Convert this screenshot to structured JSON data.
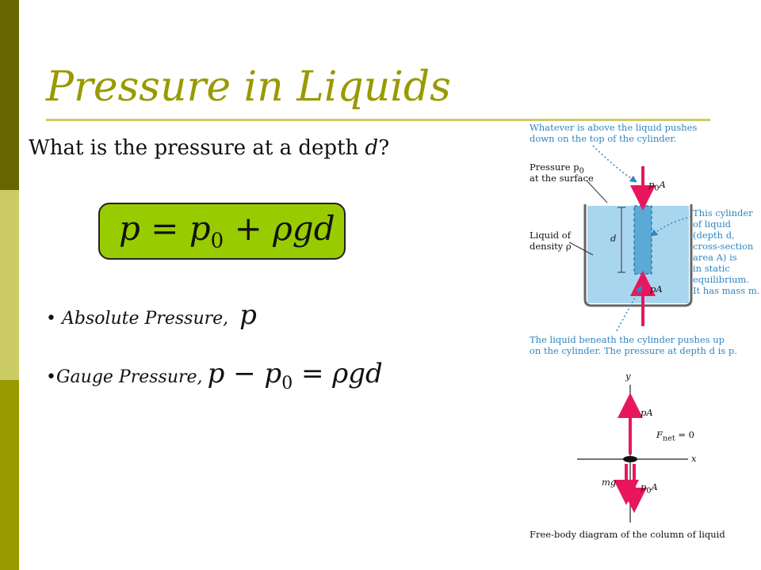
{
  "slide": {
    "title": "Pressure in Liquids",
    "question_prefix": "What is the pressure at a depth ",
    "question_var": "d",
    "question_suffix": "?",
    "equation": {
      "lhs": "p = p",
      "sub": "0",
      "rhs": " + ρgd"
    },
    "bullets": {
      "absolute_label": "• Absolute Pressure,",
      "absolute_math": "p",
      "gauge_label": "•Gauge Pressure,",
      "gauge_math_a": "p − p",
      "gauge_math_sub": "0",
      "gauge_math_b": " = ρgd"
    }
  },
  "figure": {
    "top_note_1": "Whatever is above the liquid pushes",
    "top_note_2": "down on the top of the cylinder.",
    "pressure_label_1": "Pressure p",
    "pressure_label_sub": "0",
    "pressure_label_2": "at the surface",
    "p0A_label": "p",
    "p0A_sub": "0",
    "p0A_suffix": "A",
    "liquid_label_1": "Liquid of",
    "liquid_label_2": "density ρ",
    "depth_label": "d",
    "pA_label": "pA",
    "cyl_note": [
      "This cylinder",
      "of liquid",
      "(depth d,",
      "cross-section",
      "area A) is",
      "in static",
      "equilibrium.",
      "It has mass m."
    ],
    "bottom_note_1": "The liquid beneath the cylinder pushes up",
    "bottom_note_2": "on the cylinder. The pressure at depth d is p.",
    "fbd": {
      "y_label": "y",
      "x_label": "x",
      "pA_label": "pA",
      "mg_label": "mg",
      "p0A_label": "p",
      "p0A_sub": "0",
      "p0A_suffix": "A",
      "fnet_label": "F",
      "fnet_sub": "net",
      "fnet_suffix": " = 0",
      "caption": "Free-body diagram of the column of liquid"
    }
  },
  "colors": {
    "sidebar_dark": "#666600",
    "sidebar_light": "#cccc66",
    "sidebar_mid": "#999900",
    "title": "#999900",
    "equation_box": "#99cc00",
    "arrow": "#e8175d",
    "liquid": "#a9d6ef",
    "cylinder": "#5aa9d6",
    "annotation": "#2e86c1"
  }
}
